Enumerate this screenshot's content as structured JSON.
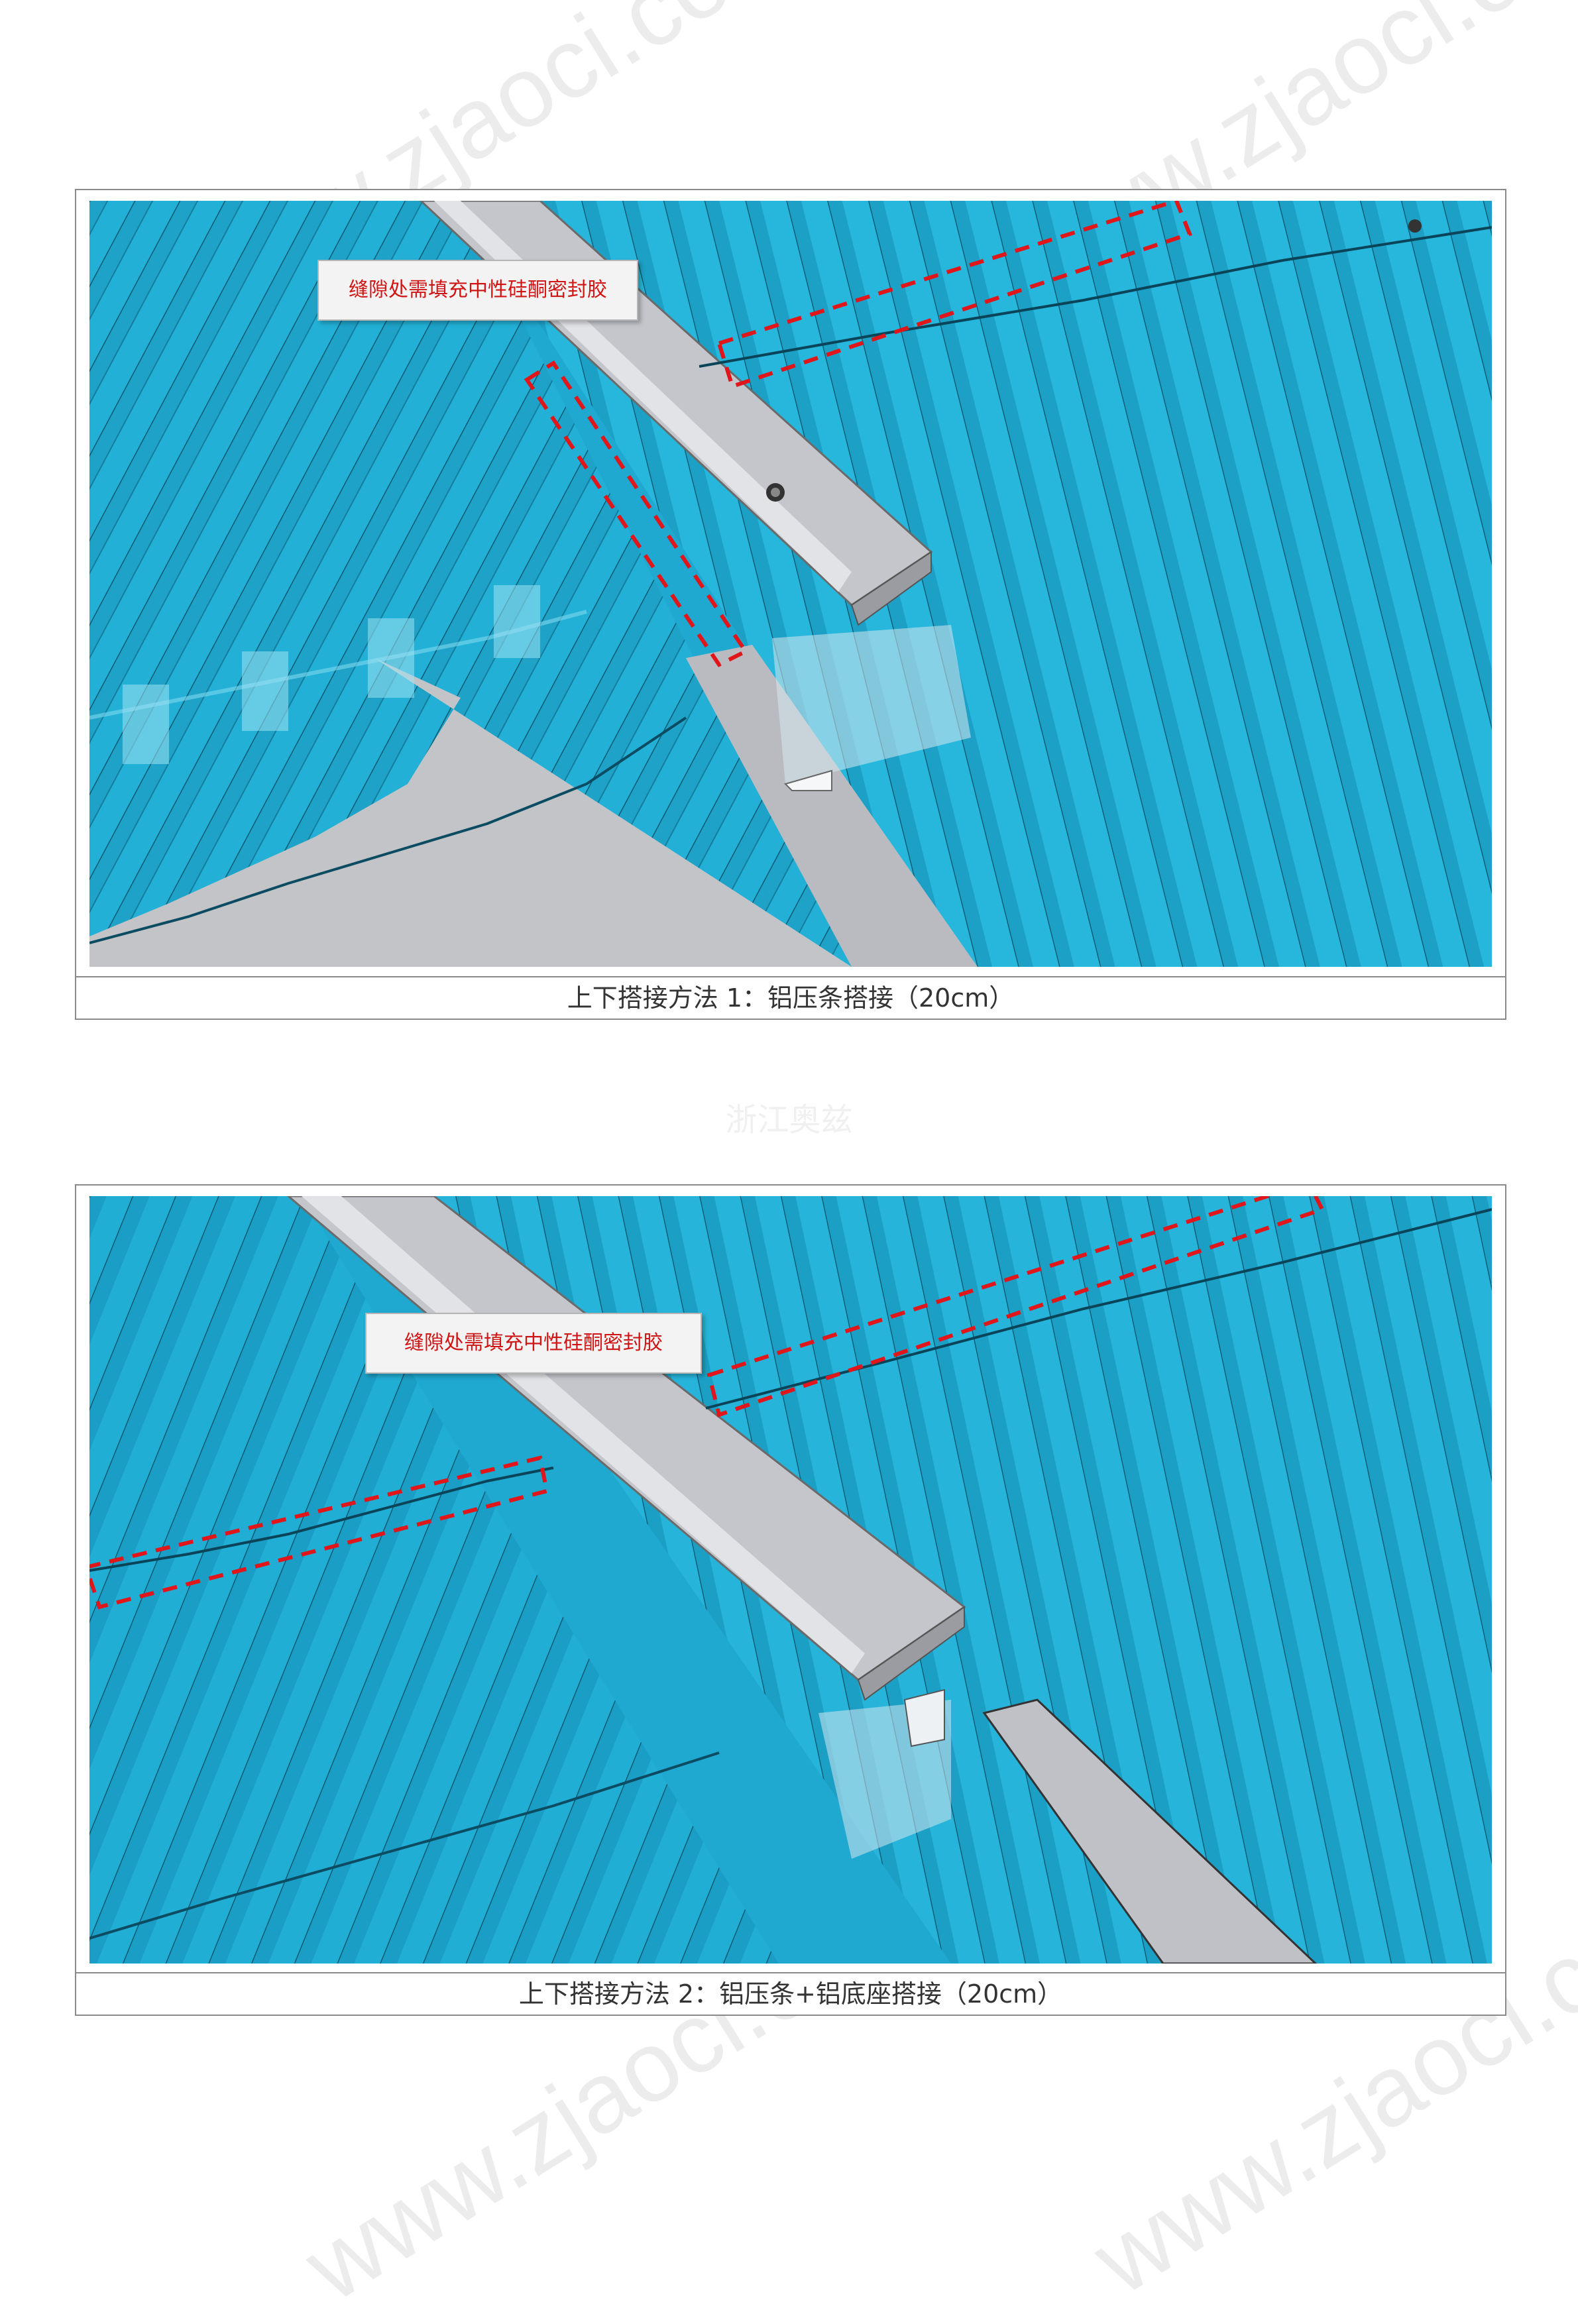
{
  "watermark_text": "www.zjaoci.com",
  "center_watermark": "浙江奥兹",
  "figures": [
    {
      "callout": "缝隙处需填充中性硅酮密封胶",
      "caption": "上下搭接方法 1：铝压条搭接（20cm）"
    },
    {
      "callout": "缝隙处需填充中性硅酮密封胶",
      "caption": "上下搭接方法 2：铝压条+铝底座搭接（20cm）"
    }
  ],
  "colors": {
    "panel": "#22b0d6",
    "panel_dark": "#1590b4",
    "aluminum": "#c4c6cc",
    "dashed_highlight": "#e0161a"
  }
}
